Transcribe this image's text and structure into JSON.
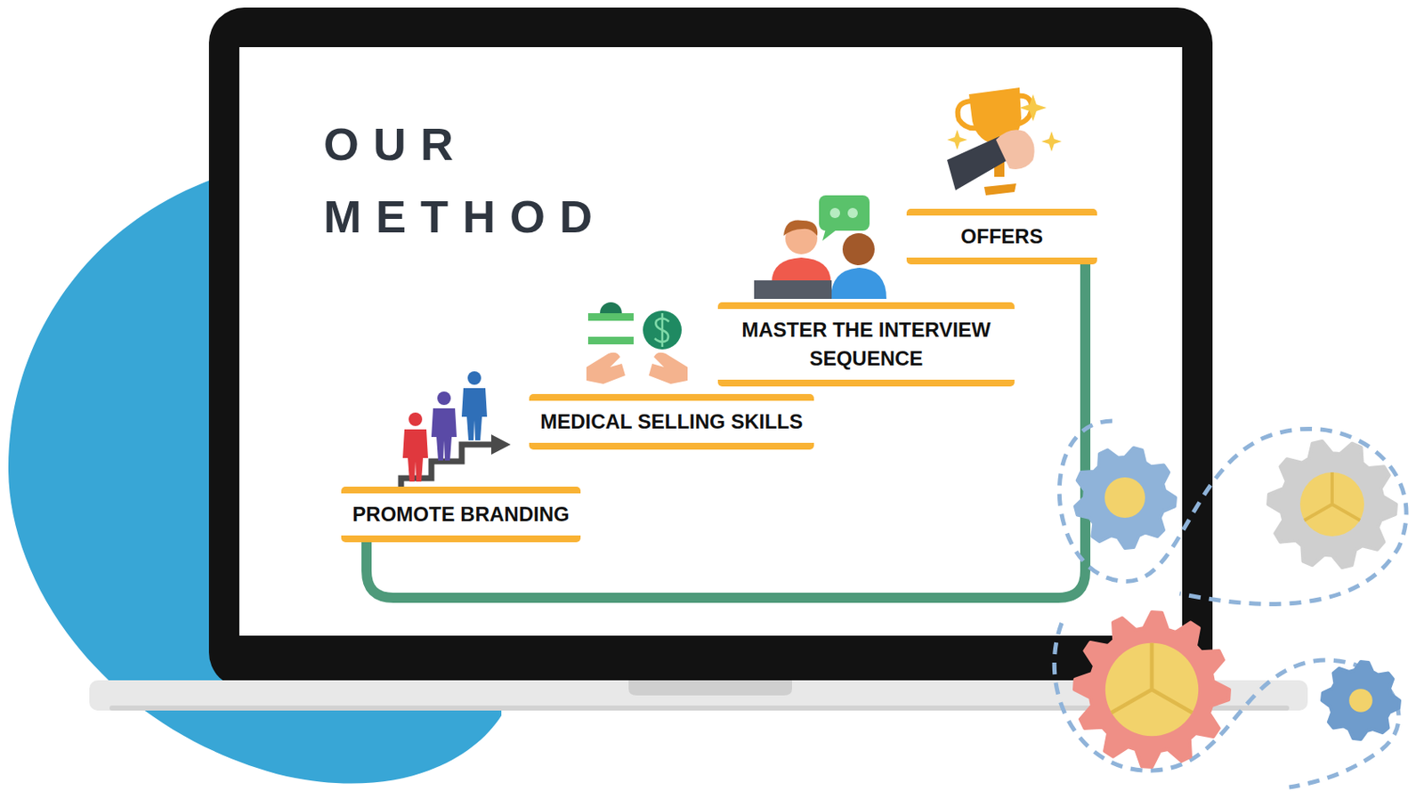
{
  "diagram": {
    "title": "OUR METHOD",
    "nodes": [
      {
        "text": [
          "PROMOTE BRANDING"
        ]
      },
      {
        "text": [
          "MEDICAL SELLING SKILLS"
        ]
      },
      {
        "text": [
          "MASTER THE INTERVIEW SEQUENCE"
        ]
      },
      {
        "text": [
          "OFFERS"
        ]
      }
    ],
    "edges": [
      {
        "from": 0,
        "to": 3,
        "arrow": "none"
      }
    ]
  }
}
